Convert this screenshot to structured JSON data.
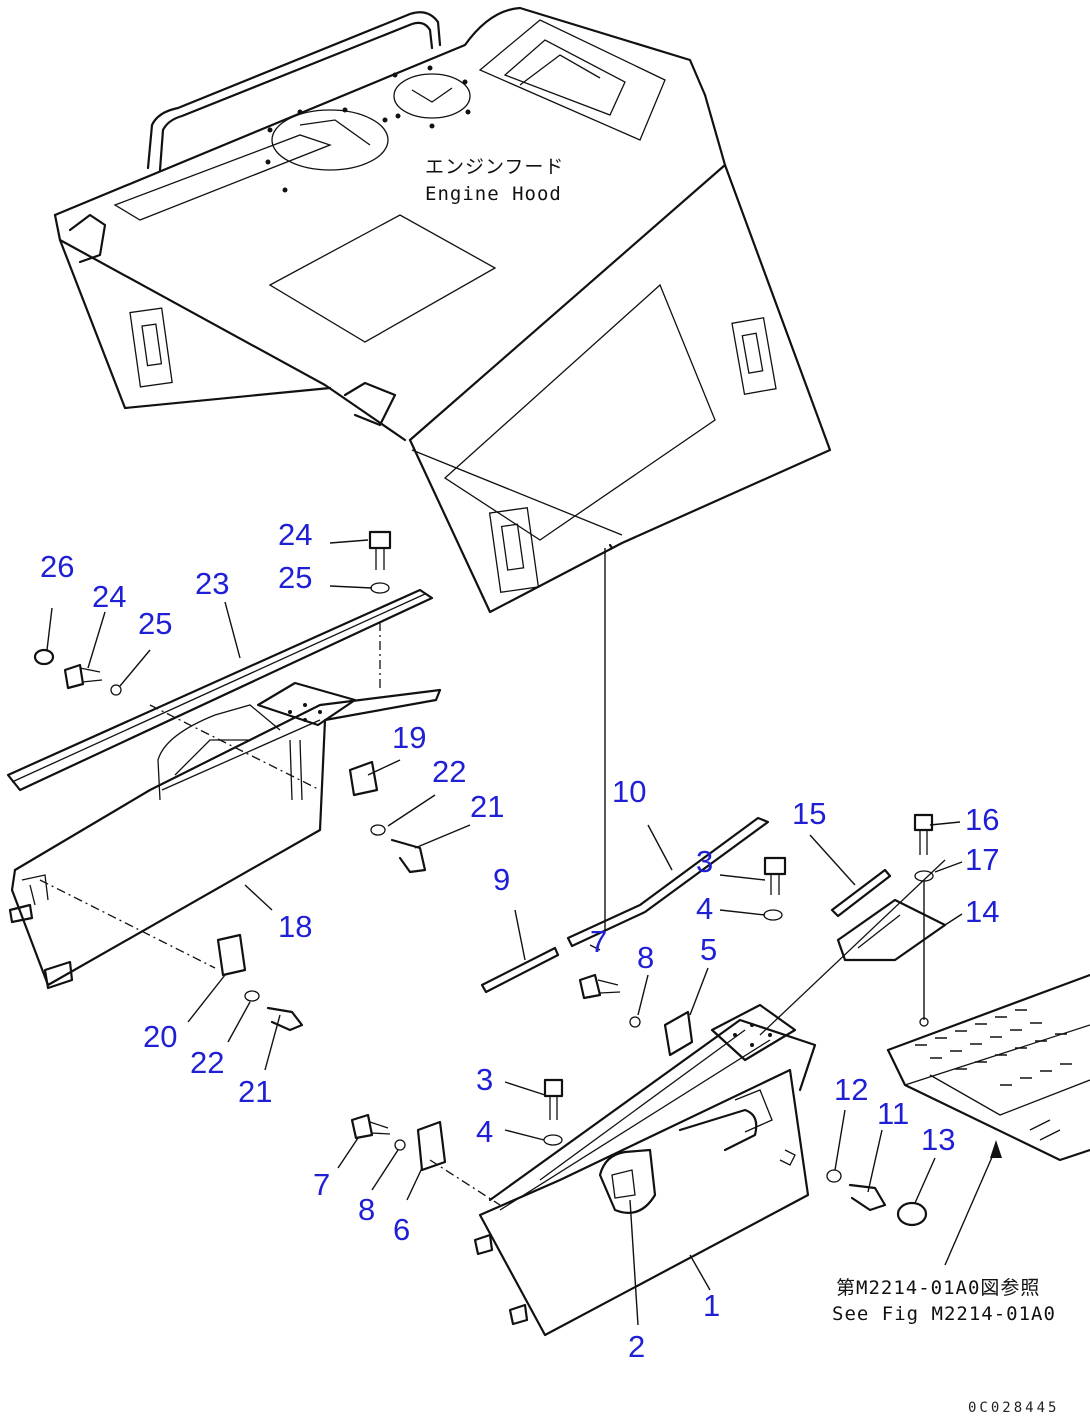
{
  "labels": {
    "hood_jp": "エンジンフード",
    "hood_en": "Engine Hood",
    "ref_jp": "第M2214-01A0図参照",
    "ref_en": "See Fig M2214-01A0",
    "drawing_code": "0C028445"
  },
  "callouts": [
    "1",
    "2",
    "3",
    "3",
    "4",
    "4",
    "5",
    "6",
    "7",
    "7",
    "8",
    "8",
    "9",
    "10",
    "11",
    "12",
    "13",
    "14",
    "15",
    "16",
    "17",
    "18",
    "19",
    "20",
    "21",
    "21",
    "22",
    "22",
    "23",
    "24",
    "24",
    "25",
    "25",
    "26"
  ],
  "colors": {
    "callout": "#1f1fd6",
    "line": "#111111",
    "background": "#ffffff"
  }
}
